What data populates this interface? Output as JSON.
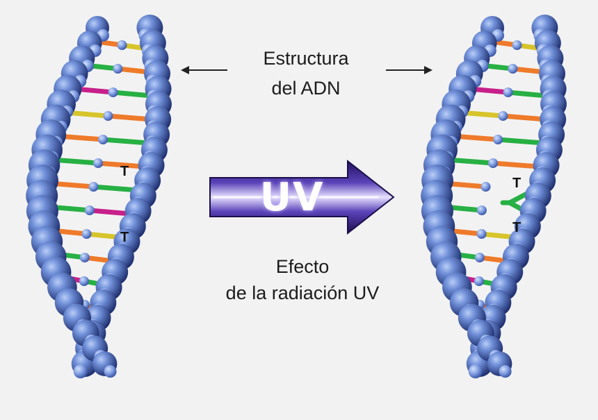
{
  "labels": {
    "structure_line1": "Estructura",
    "structure_line2": "del ADN",
    "effect_line1": "Efecto",
    "effect_line2": "de la radiación UV",
    "uv": "UV",
    "base_t": "T"
  },
  "icons": {
    "left_arrow": "left-arrow-icon",
    "right_arrow": "right-arrow-icon",
    "uv_arrow": "uv-arrow-icon"
  },
  "colors": {
    "background": "#f2f2f2",
    "backbone_dark": "#2a3f86",
    "backbone_light": "#8aa6e8",
    "uv_arrow_dark": "#2a1a6e",
    "uv_arrow_light": "#9d8ce0",
    "rung_orange": "#ee7a2a",
    "rung_green": "#27b043",
    "rung_magenta": "#c8208a",
    "rung_yellow": "#d7c42a"
  }
}
